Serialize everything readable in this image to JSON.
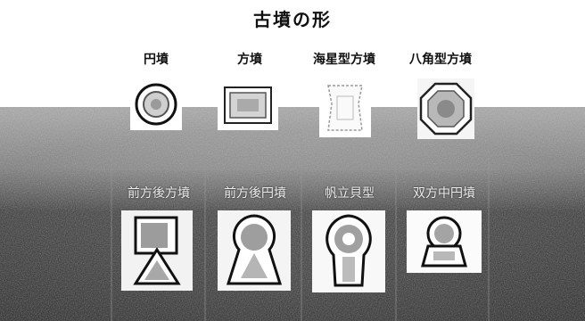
{
  "title": "古墳の形",
  "row1": {
    "labels": [
      "円墳",
      "方墳",
      "海星型方墳",
      "八角型方墳"
    ],
    "shapes": [
      "round-mound-icon",
      "square-mound-icon",
      "starfish-square-mound-icon",
      "octagonal-mound-icon"
    ]
  },
  "row2": {
    "labels": [
      "前方後方墳",
      "前方後円墳",
      "帆立貝型",
      "双方中円墳"
    ],
    "shapes": [
      "front-square-back-square-mound-icon",
      "keyhole-mound-icon",
      "scallop-shell-mound-icon",
      "twin-square-round-mound-icon"
    ]
  },
  "colors": {
    "ink": "#111111",
    "dark_band": "#3a3a3a",
    "tile": "#ffffff"
  }
}
